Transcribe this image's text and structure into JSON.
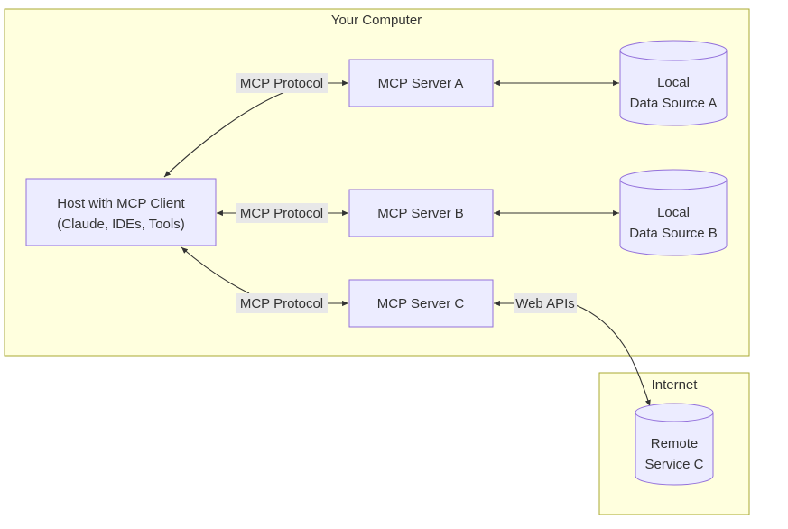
{
  "clusters": {
    "your_computer": "Your Computer",
    "internet": "Internet"
  },
  "nodes": {
    "host": [
      "Host with MCP Client",
      "(Claude, IDEs, Tools)"
    ],
    "server_a": "MCP Server A",
    "server_b": "MCP Server B",
    "server_c": "MCP Server C",
    "data_a": [
      "Local",
      "Data Source A"
    ],
    "data_b": [
      "Local",
      "Data Source B"
    ],
    "remote_c": [
      "Remote",
      "Service C"
    ]
  },
  "edges": {
    "host_server_a": "MCP Protocol",
    "host_server_b": "MCP Protocol",
    "host_server_c": "MCP Protocol",
    "server_c_remote": "Web APIs"
  }
}
